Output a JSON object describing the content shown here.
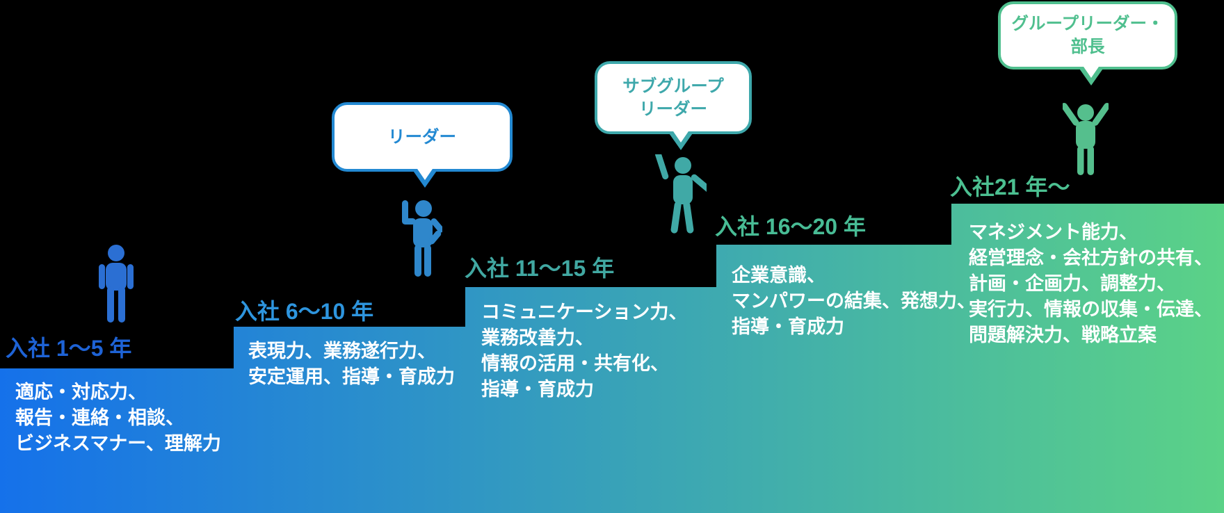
{
  "canvas": {
    "background": "#000000"
  },
  "staircase": {
    "gradient_start": "#1571EA",
    "gradient_end": "#5BD287"
  },
  "steps": [
    {
      "label": "入社 1〜5 年",
      "label_color": "#1E63D6",
      "skills": [
        "適応・対応力、",
        "報告・連絡・相談、",
        "ビジネスマナー、理解力"
      ],
      "person": "standing-person-icon",
      "person_color": "#2B6FD3"
    },
    {
      "label": "入社 6〜10 年",
      "label_color": "#2E95DE",
      "skills": [
        "表現力、業務遂行力、",
        "安定運用、指導・育成力"
      ]
    },
    {
      "label": "入社 11〜15 年",
      "label_color": "#41A8A2",
      "skills": [
        "コミュニケーション力、",
        "業務改善力、",
        "情報の活用・共有化、",
        "指導・育成力"
      ],
      "person": "flexing-person-icon",
      "person_color": "#2F87CB",
      "bubble": {
        "lines": [
          "リーダー"
        ],
        "color": "#2389D2"
      }
    },
    {
      "label": "入社 16〜20 年",
      "label_color": "#48BC95",
      "skills": [
        "企業意識、",
        "マンパワーの結集、発想力、",
        "指導・育成力"
      ],
      "person": "arm-raised-person-icon",
      "person_color": "#40A9A6",
      "bubble": {
        "lines": [
          "サブグループ",
          "リーダー"
        ],
        "color": "#3EA8AB"
      }
    },
    {
      "label": "入社21 年〜",
      "label_color": "#4CC091",
      "skills": [
        "マネジメント能力、",
        "経営理念・会社方針の共有、",
        "計画・企画力、調整力、",
        "実行力、情報の収集・伝達、",
        "問題解決力、戦略立案"
      ],
      "person": "cheering-person-icon",
      "person_color": "#55BF8D",
      "bubble": {
        "lines": [
          "グループリーダー・",
          "部長"
        ],
        "color": "#4FBF8E"
      }
    }
  ]
}
